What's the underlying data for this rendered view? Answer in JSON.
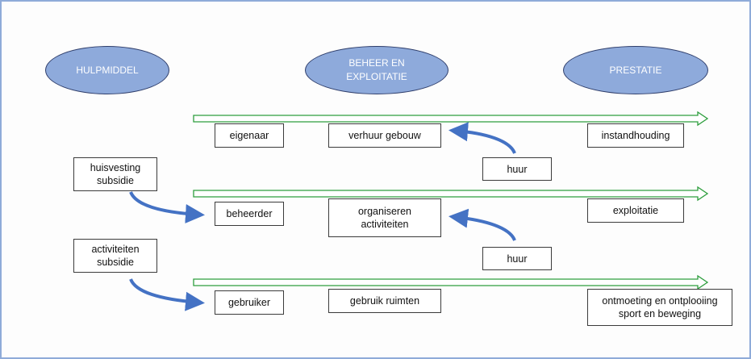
{
  "headers": {
    "hulpmiddel": "HULPMIDDEL",
    "beheer": "BEHEER EN\nEXPLOITATIE",
    "prestatie": "PRESTATIE"
  },
  "row1": {
    "eigenaar": "eigenaar",
    "verhuur": "verhuur gebouw",
    "instandhouding": "instandhouding",
    "huur": "huur"
  },
  "row2": {
    "subsidie": "huisvesting\nsubsidie",
    "beheerder": "beheerder",
    "organiseren": "organiseren\nactiviteiten",
    "exploitatie": "exploitatie",
    "huur": "huur"
  },
  "row3": {
    "subsidie": "activiteiten\nsubsidie",
    "gebruiker": "gebruiker",
    "gebruik": "gebruik ruimten",
    "ontmoeting": "ontmoeting en ontplooiing\nsport en beweging"
  },
  "colors": {
    "ellipse_fill": "#8eaadb",
    "blue_arrow": "#4472c4",
    "green_arrow": "#2e9e3e"
  }
}
